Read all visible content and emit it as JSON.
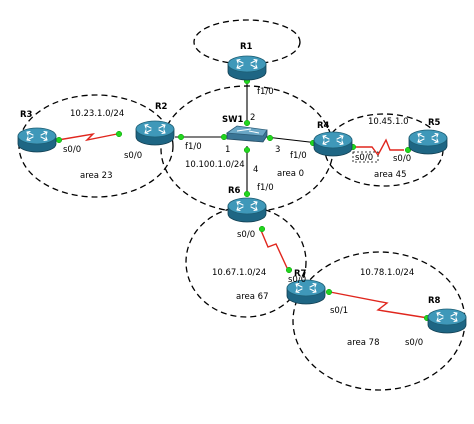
{
  "devices": {
    "r1": "R1",
    "r2": "R2",
    "r3": "R3",
    "r4": "R4",
    "r5": "R5",
    "r6": "R6",
    "r7": "R7",
    "r8": "R8",
    "sw1": "SW1"
  },
  "areas": {
    "area0": "area 0",
    "area23": "area 23",
    "area45": "area 45",
    "area67": "area 67",
    "area78": "area 78"
  },
  "networks": {
    "n23": "10.23.1.0/24",
    "n45": "10.45.1.0",
    "n100": "10.100.1.0/24",
    "n67": "10.67.1.0/24",
    "n78": "10.78.1.0/24"
  },
  "interfaces": {
    "r1_f": "f1/0",
    "r2_f": "f1/0",
    "r2_s": "s0/0",
    "r3_s": "s0/0",
    "r4_f": "f1/0",
    "r4_s": "s0/0",
    "r5_s": "s0/0",
    "r6_f": "f1/0",
    "r6_s": "s0/0",
    "r7_s0": "s0/0",
    "r7_s1": "s0/1",
    "r8_s": "s0/0"
  },
  "switch_ports": {
    "p1": "1",
    "p2": "2",
    "p3": "3",
    "p4": "4"
  },
  "colors": {
    "serial_link": "#e0261d",
    "interface_dot": "#22d61e",
    "router": "#3f98b9"
  }
}
